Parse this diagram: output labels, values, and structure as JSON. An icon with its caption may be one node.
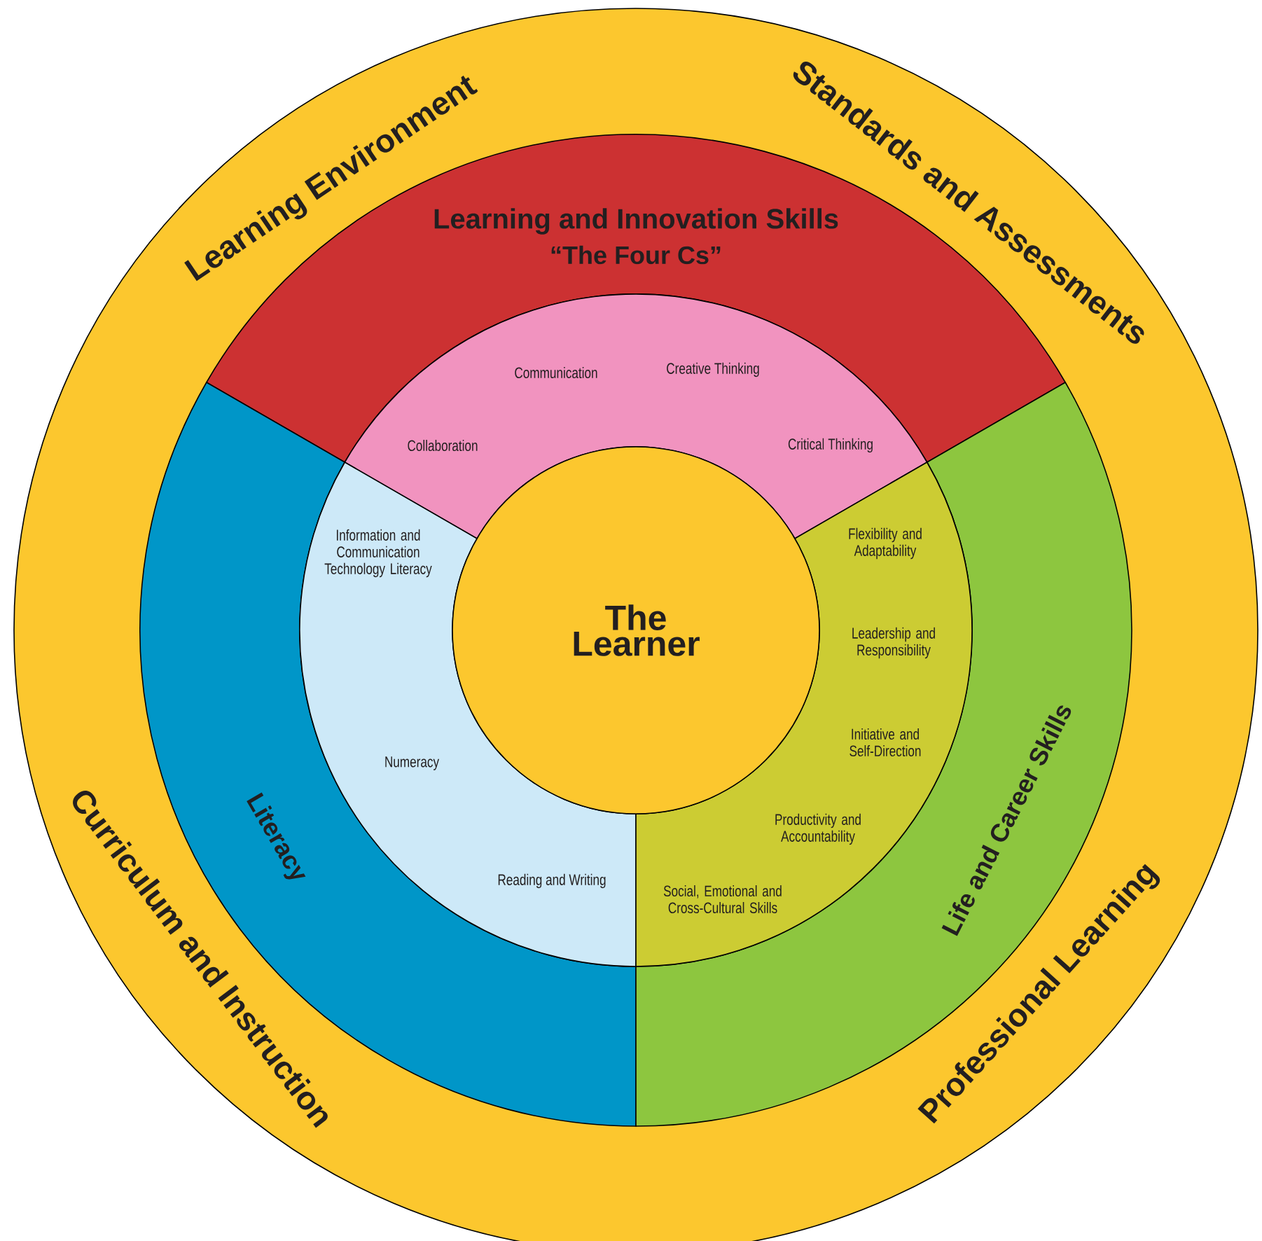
{
  "diagram": {
    "nodes": [
      {
        "text": [
          "Learning Environment",
          "Standards and Assessments",
          "Curriculum and Instruction",
          "Professional Learning"
        ]
      },
      {
        "text": [
          "Learning and Innovation Skills",
          "“The Four Cs”"
        ],
        "in": 0
      },
      {
        "text": [
          "Literacy"
        ],
        "in": 0
      },
      {
        "text": [
          "Life and Career Skills"
        ],
        "in": 0
      },
      {
        "text": [
          "Communication",
          "Creative Thinking",
          "Collaboration",
          "Critical Thinking"
        ],
        "in": 0
      },
      {
        "text": [
          "Information and Communication Technology Literacy",
          "Numeracy",
          "Reading and Writing"
        ],
        "in": 0
      },
      {
        "text": [
          "Flexibility and Adaptability",
          "Leadership and Responsibility",
          "Initiative and Self-Direction",
          "Productivity and Accountability",
          "Social, Emotional and Cross-Cultural Skills"
        ],
        "in": 0
      },
      {
        "text": [
          "The Learner"
        ],
        "in": 0
      }
    ]
  }
}
